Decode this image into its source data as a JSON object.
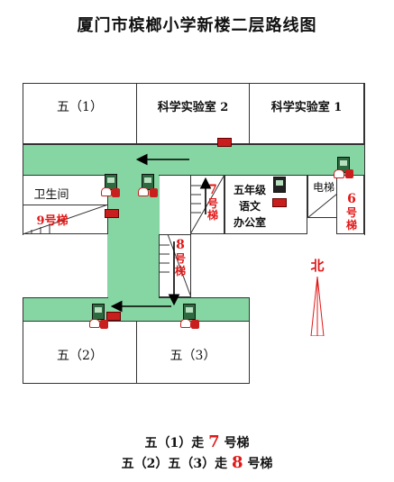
{
  "title": "厦门市槟榔小学新楼二层路线图",
  "rooms": {
    "r51": "五（1）",
    "lab2": "科学实验室 2",
    "lab1": "科学实验室 1",
    "toilet": "卫生间",
    "office": [
      "五年级",
      "语文",
      "办公室"
    ],
    "elevator": "电梯",
    "r52": "五（2）",
    "r53": "五（3）"
  },
  "stairs": {
    "s9": "9号梯",
    "s7": [
      "7",
      "号",
      "梯"
    ],
    "s8": [
      "8",
      "号",
      "梯"
    ],
    "s6": [
      "6",
      "号",
      "梯"
    ]
  },
  "compass": "北",
  "legend": {
    "line1": {
      "pre": "五（1）走",
      "num": "7",
      "post": "号梯"
    },
    "line2": {
      "pre": "五（2）五（3）走",
      "num": "8",
      "post": "号梯"
    }
  },
  "colors": {
    "corridor": "#86d6a3",
    "accent": "#e01818"
  }
}
